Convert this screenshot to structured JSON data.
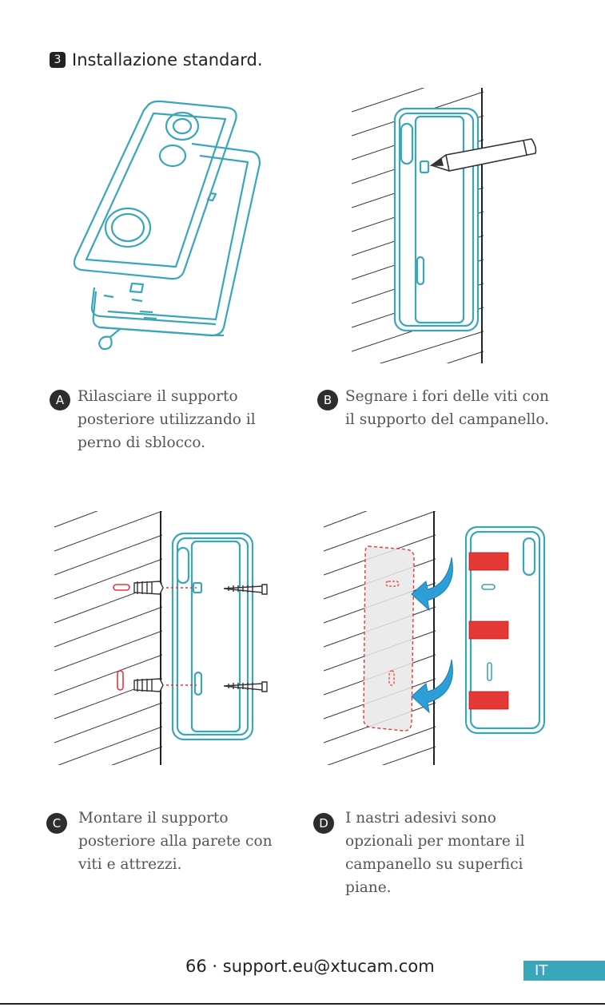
{
  "header": {
    "step_number": "3",
    "title": "Installazione standard."
  },
  "steps": [
    {
      "letter": "A",
      "text": "Rilasciare il supporto\nposteriore utilizzando il\nperno di sblocco."
    },
    {
      "letter": "B",
      "text": "Segnare i fori delle viti con\nil supporto del campanello."
    },
    {
      "letter": "C",
      "text": "Montare il supporto\nposteriore alla parete con\nviti e attrezzi."
    },
    {
      "letter": "D",
      "text": "I nastri adesivi sono\nopzionali per montare il\ncampanello su superfici\npiane."
    }
  ],
  "footer": {
    "page_info": "66 · support.eu@xtucam.com",
    "language": "IT"
  },
  "colors": {
    "device_outline": "#3aa6b9",
    "arrow_fill": "#2e9ed8",
    "tape_red": "#e53935",
    "text": "#555555"
  }
}
